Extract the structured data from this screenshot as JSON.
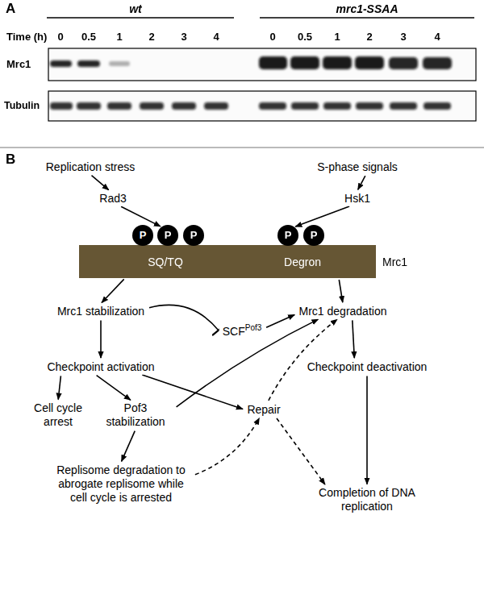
{
  "diagram": {
    "nodes": [
      {
        "text": [
          "Replication stress"
        ]
      },
      {
        "text": [
          "S-phase signals"
        ]
      },
      {
        "text": [
          "Rad3"
        ]
      },
      {
        "text": [
          "Hsk1"
        ]
      },
      {
        "text": [
          "P"
        ]
      },
      {
        "text": [
          "P"
        ]
      },
      {
        "text": [
          "P"
        ]
      },
      {
        "text": [
          "P"
        ]
      },
      {
        "text": [
          "P"
        ]
      },
      {
        "text": [
          "SQ/TQ",
          "Degron",
          "Mrc1"
        ]
      },
      {
        "text": [
          "Mrc1 stabilization"
        ]
      },
      {
        "text": [
          "SCF",
          "Pof3"
        ]
      },
      {
        "text": [
          "Mrc1 degradation"
        ]
      },
      {
        "text": [
          "Checkpoint activation"
        ]
      },
      {
        "text": [
          "Checkpoint deactivation"
        ]
      },
      {
        "text": [
          "Cell cycle arrest"
        ]
      },
      {
        "text": [
          "Pof3 stabilization"
        ]
      },
      {
        "text": [
          "Repair"
        ]
      },
      {
        "text": [
          "Replisome degradation to abrogate replisome while cell cycle is arrested"
        ]
      },
      {
        "text": [
          "Completion of DNA replication"
        ]
      }
    ],
    "edges": [
      {
        "from": 0,
        "to": 2,
        "arrow": "to"
      },
      {
        "from": 2,
        "to": 5,
        "arrow": "to"
      },
      {
        "from": 1,
        "to": 3,
        "arrow": "to"
      },
      {
        "from": 3,
        "to": 7,
        "arrow": "to"
      },
      {
        "from": 9,
        "to": 10,
        "arrow": "to"
      },
      {
        "from": 9,
        "to": 12,
        "arrow": "to"
      },
      {
        "from": 10,
        "to": 11,
        "arrow": "to"
      },
      {
        "from": 11,
        "to": 12,
        "arrow": "to"
      },
      {
        "from": 10,
        "to": 13,
        "arrow": "to"
      },
      {
        "from": 13,
        "to": 15,
        "arrow": "to"
      },
      {
        "from": 13,
        "to": 16,
        "arrow": "to"
      },
      {
        "from": 13,
        "to": 17,
        "arrow": "to"
      },
      {
        "from": 16,
        "to": 12,
        "arrow": "to"
      },
      {
        "from": 16,
        "to": 18,
        "arrow": "to"
      },
      {
        "from": 18,
        "to": 17,
        "arrow": "to"
      },
      {
        "from": 17,
        "to": 12,
        "arrow": "to"
      },
      {
        "from": 17,
        "to": 19,
        "arrow": "to"
      },
      {
        "from": 12,
        "to": 14,
        "arrow": "to"
      },
      {
        "from": 14,
        "to": 19,
        "arrow": "to"
      }
    ],
    "labels": [
      "A",
      "wt",
      "mrc1-SSAA",
      "Time (h)",
      "0",
      "0.5",
      "1",
      "2",
      "3",
      "4",
      "0",
      "0.5",
      "1",
      "2",
      "3",
      "4",
      "Mrc1",
      "Tubulin",
      "B"
    ]
  }
}
